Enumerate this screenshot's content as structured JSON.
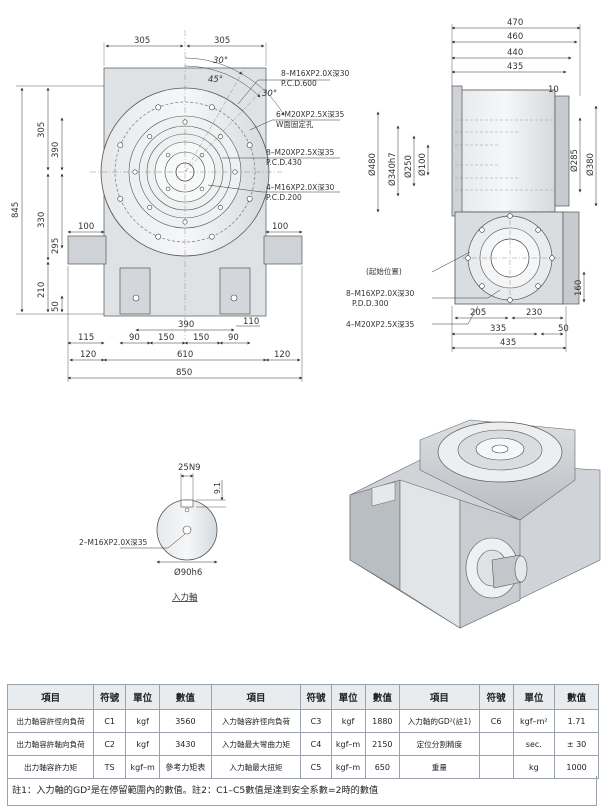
{
  "front": {
    "top_dims": [
      "305",
      "305"
    ],
    "angles": [
      "30°",
      "45°",
      "30°"
    ],
    "callouts": [
      [
        "8–M16XP2.0X深30",
        "P.C.D.600"
      ],
      [
        "6–M20XP2.5X深35",
        "W面固定孔"
      ],
      [
        "8–M20XP2.5X深35",
        "P.C.D.430"
      ],
      [
        "4–M16XP2.0X深30",
        "P.C.D.200"
      ]
    ],
    "left_dims": [
      "305",
      "390",
      "330",
      "295",
      "210",
      "50",
      "845"
    ],
    "shaft_dims": [
      "100",
      "100"
    ],
    "bottom_dims_row1": [
      "390",
      "110"
    ],
    "bottom_dims_row2": [
      "115",
      "90",
      "150",
      "150",
      "90"
    ],
    "bottom_dims_row3": [
      "120",
      "610",
      "120"
    ],
    "overall": "850"
  },
  "side": {
    "top_dims": [
      "470",
      "460",
      "440",
      "435",
      "10"
    ],
    "left_dims": [
      "Ø480",
      "Ø340h7",
      "Ø250",
      "Ø100"
    ],
    "right_dims": [
      "Ø285",
      "Ø380"
    ],
    "start_label": "(起始位置)",
    "callouts": [
      [
        "8–M16XP2.0X深30",
        "P.D.D.300"
      ],
      [
        "4–M20XP2.5X深35"
      ]
    ],
    "right_height": "160",
    "bottom_dims": [
      "205",
      "230",
      "335",
      "50",
      "435"
    ]
  },
  "shaft": {
    "key": "25N9",
    "depth": "9.1",
    "hole": "2–M16XP2.0X深35",
    "dia": "Ø90h6",
    "caption": "入力軸"
  },
  "table": {
    "headers": [
      "項目",
      "符號",
      "單位",
      "數值",
      "項目",
      "符號",
      "單位",
      "數值",
      "項目",
      "符號",
      "單位",
      "數值"
    ],
    "rows": [
      [
        "出力軸容許徑向負荷",
        "C1",
        "kgf",
        "3560",
        "入力軸容許徑向負荷",
        "C3",
        "kgf",
        "1880",
        "入力軸的GD²(註1)",
        "C6",
        "kgf–m²",
        "1.71"
      ],
      [
        "出力軸容許軸向負荷",
        "C2",
        "kgf",
        "3430",
        "入力軸最大彎曲力矩",
        "C4",
        "kgf–m",
        "2150",
        "定位分割精度",
        "",
        "sec.",
        "± 30"
      ],
      [
        "出力軸容許力矩",
        "TS",
        "kgf–m",
        "參考力矩表",
        "入力軸最大扭矩",
        "C5",
        "kgf–m",
        "650",
        "重量",
        "",
        "kg",
        "1000"
      ]
    ],
    "notes": "註1：入力軸的GD²是在停留範圍內的數值。註2：C1–C5數值是達到安全系數=2時的數值"
  }
}
